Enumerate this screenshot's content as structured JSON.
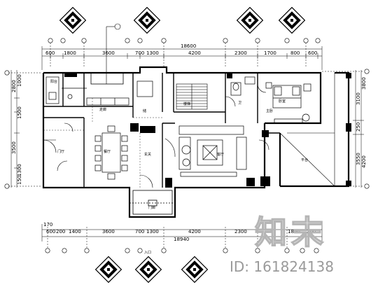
{
  "dims_top_total": "18600",
  "dims_top": [
    "600",
    "1800",
    "3600",
    "700",
    "1300",
    "4200",
    "2300",
    "1700",
    "800",
    "600"
  ],
  "dims_bottom_total": "18940",
  "dims_bottom": [
    "170",
    "600",
    "200",
    "1400",
    "3600",
    "700",
    "1300",
    "4200",
    "2300",
    "1800",
    "200"
  ],
  "dims_left": [
    "2800",
    "1000",
    "1500",
    "3500",
    "1300",
    "150"
  ],
  "dims_right": [
    "3100",
    "3800",
    "250",
    "3550",
    "4200"
  ],
  "rooms": {
    "dining": "餐厅",
    "living": "客厅",
    "foyer": "玄关",
    "corridor": "走廊",
    "bedroom": "卧室",
    "bath": "卫",
    "veranda": "阳台",
    "terrace": "平台",
    "entrance": "入口",
    "door_left": "门厅",
    "gate": "门廊",
    "stair": "楼梯",
    "master": "主卧",
    "storage": "储"
  },
  "watermark": {
    "logo": "知末",
    "id": "ID: 161824138"
  }
}
